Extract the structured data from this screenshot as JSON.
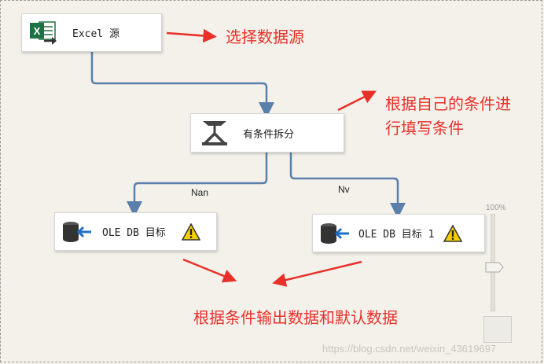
{
  "nodes": {
    "excel_source": {
      "label": "Excel 源",
      "icon": "excel-source-icon"
    },
    "conditional_split": {
      "label": "有条件拆分",
      "icon": "conditional-split-icon"
    },
    "ole_db_dest": {
      "label": "OLE DB 目标",
      "icon": "ole-db-destination-icon",
      "warning_icon": "warning-icon"
    },
    "ole_db_dest_1": {
      "label": "OLE DB 目标 1",
      "icon": "ole-db-destination-icon",
      "warning_icon": "warning-icon"
    }
  },
  "edges": {
    "nan_label": "Nan",
    "nv_label": "Nv"
  },
  "annotations": {
    "select_source": "选择数据源",
    "fill_conditions_line1": "根据自己的条件进",
    "fill_conditions_line2": "行填写条件",
    "output_data": "根据条件输出数据和默认数据"
  },
  "zoom": {
    "percent_label": "100%"
  },
  "watermark": "https://blog.csdn.net/weixin_43619697",
  "colors": {
    "annotation": "#e8302a",
    "connector": "#5b7fab",
    "excel_green": "#1e7145",
    "warning_yellow": "#f5d000",
    "db_blue": "#1f6fc7"
  }
}
